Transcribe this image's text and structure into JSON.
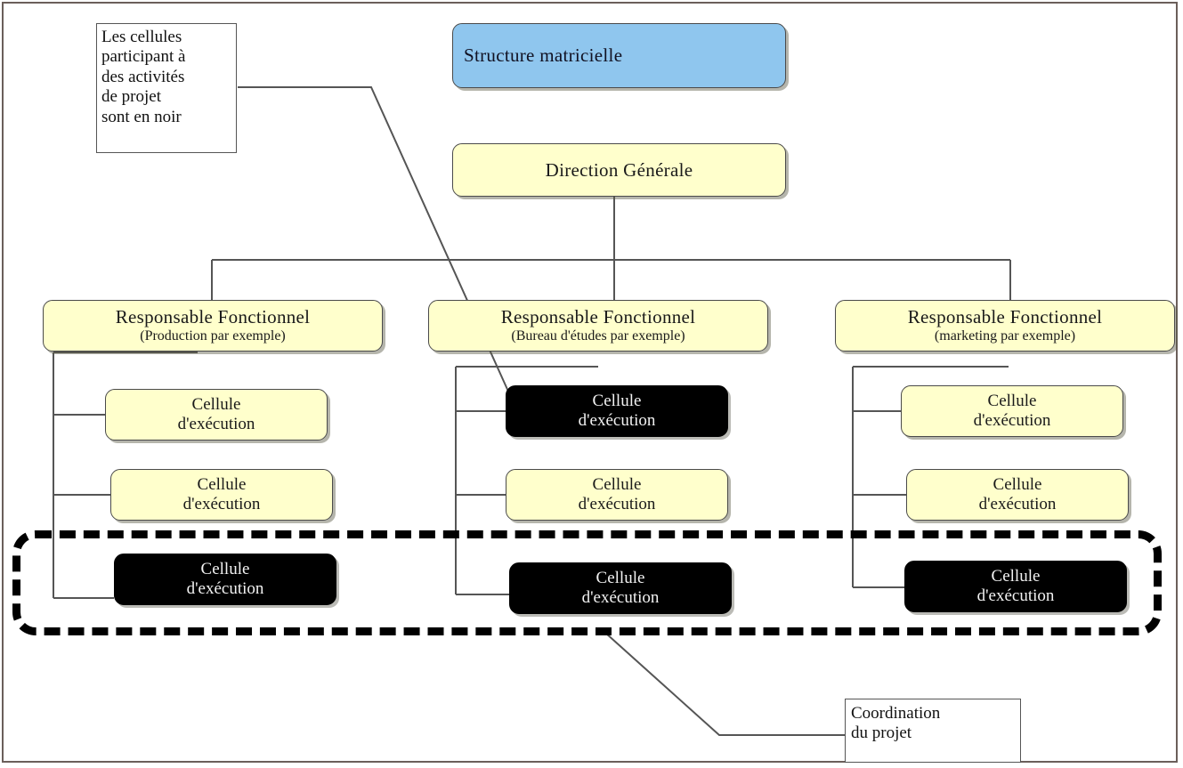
{
  "diagram": {
    "title": "Structure matricielle",
    "legend_note": {
      "lines": [
        "Les cellules",
        "participant à",
        "des activités",
        "de projet",
        "sont en  noir"
      ]
    },
    "coordination_note": {
      "lines": [
        "Coordination",
        "du projet"
      ]
    },
    "top": {
      "label": "Direction Générale"
    },
    "columns": [
      {
        "manager_title": "Responsable Fonctionnel",
        "manager_subtitle": "(Production par exemple)",
        "cells": [
          {
            "line1": "Cellule",
            "line2": "d'exécution",
            "variant": "yellow"
          },
          {
            "line1": "Cellule",
            "line2": "d'exécution",
            "variant": "yellow"
          },
          {
            "line1": "Cellule",
            "line2": "d'exécution",
            "variant": "black"
          }
        ]
      },
      {
        "manager_title": "Responsable Fonctionnel",
        "manager_subtitle": "(Bureau d'études par exemple)",
        "cells": [
          {
            "line1": "Cellule",
            "line2": "d'exécution",
            "variant": "black"
          },
          {
            "line1": "Cellule",
            "line2": "d'exécution",
            "variant": "yellow"
          },
          {
            "line1": "Cellule",
            "line2": "d'exécution",
            "variant": "black"
          }
        ]
      },
      {
        "manager_title": "Responsable Fonctionnel",
        "manager_subtitle": "(marketing par exemple)",
        "cells": [
          {
            "line1": "Cellule",
            "line2": "d'exécution",
            "variant": "yellow"
          },
          {
            "line1": "Cellule",
            "line2": "d'exécution",
            "variant": "yellow"
          },
          {
            "line1": "Cellule",
            "line2": "d'exécution",
            "variant": "black"
          }
        ]
      }
    ],
    "colors": {
      "title_fill": "#8fc6ee",
      "node_fill": "#ffffcc",
      "project_cell_fill": "#000000",
      "line": "#555555",
      "project_zone_border": "#000000",
      "frame": "#6b5f5a"
    }
  }
}
